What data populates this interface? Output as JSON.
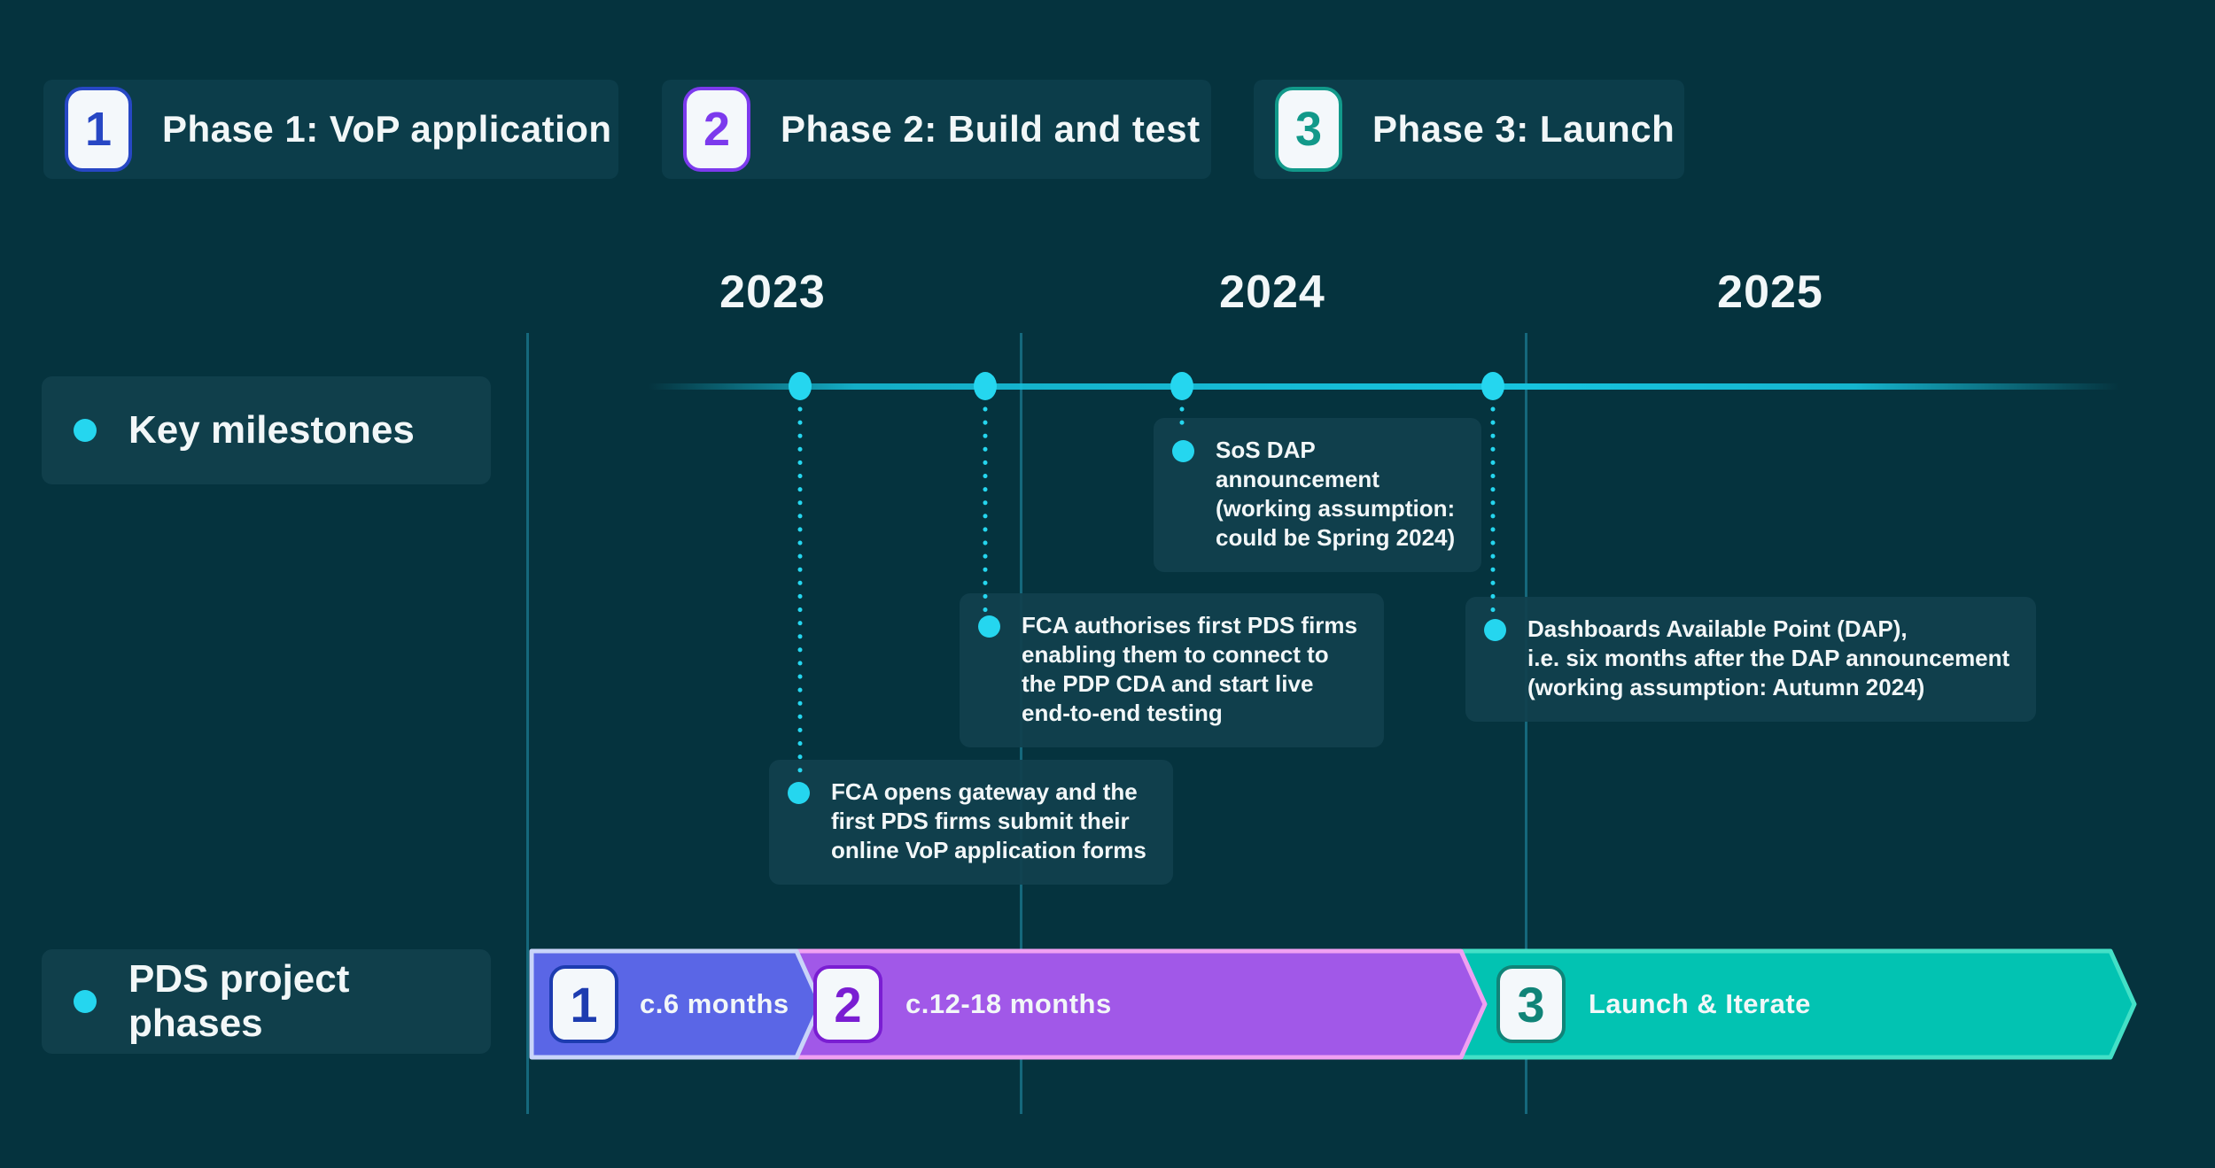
{
  "page": {
    "background": "#05333e",
    "panel_color": "#11404d",
    "text_color": "#f2f7f8"
  },
  "legend": [
    {
      "number": "1",
      "label": "Phase 1: VoP application",
      "accent": "#2747c4"
    },
    {
      "number": "2",
      "label": "Phase 2: Build and test",
      "accent": "#7c3aed"
    },
    {
      "number": "3",
      "label": "Phase 3: Launch",
      "accent": "#12998a"
    }
  ],
  "years": [
    "2023",
    "2024",
    "2025"
  ],
  "rows": {
    "milestones_label": "Key milestones",
    "phases_label": "PDS project phases"
  },
  "milestones": [
    {
      "text": "FCA opens gateway and the\nfirst PDS firms submit their\nonline VoP application forms"
    },
    {
      "text": "FCA authorises first PDS firms\nenabling them to connect to\nthe PDP CDA and start live\nend-to-end testing"
    },
    {
      "text": "SoS DAP\nannouncement\n(working assumption:\ncould be Spring 2024)"
    },
    {
      "text": "Dashboards Available Point (DAP),\ni.e. six months after the DAP announcement\n(working assumption: Autumn 2024)"
    }
  ],
  "phases": [
    {
      "number": "1",
      "label": "c.6 months",
      "fill": "#5a66e6",
      "border": "#c9d4f9",
      "number_color": "#1d3cb0"
    },
    {
      "number": "2",
      "label": "c.12-18 months",
      "fill": "#a158e8",
      "border": "#f0a0f2",
      "number_color": "#7a1ed2"
    },
    {
      "number": "3",
      "label": "Launch & Iterate",
      "fill": "#02c3b2",
      "border": "#43e0c7",
      "number_color": "#108478"
    }
  ],
  "timeline": {
    "line_color": "#17c3de",
    "dot_color": "#25d6ef",
    "grid_color": "#2aa9c9"
  }
}
